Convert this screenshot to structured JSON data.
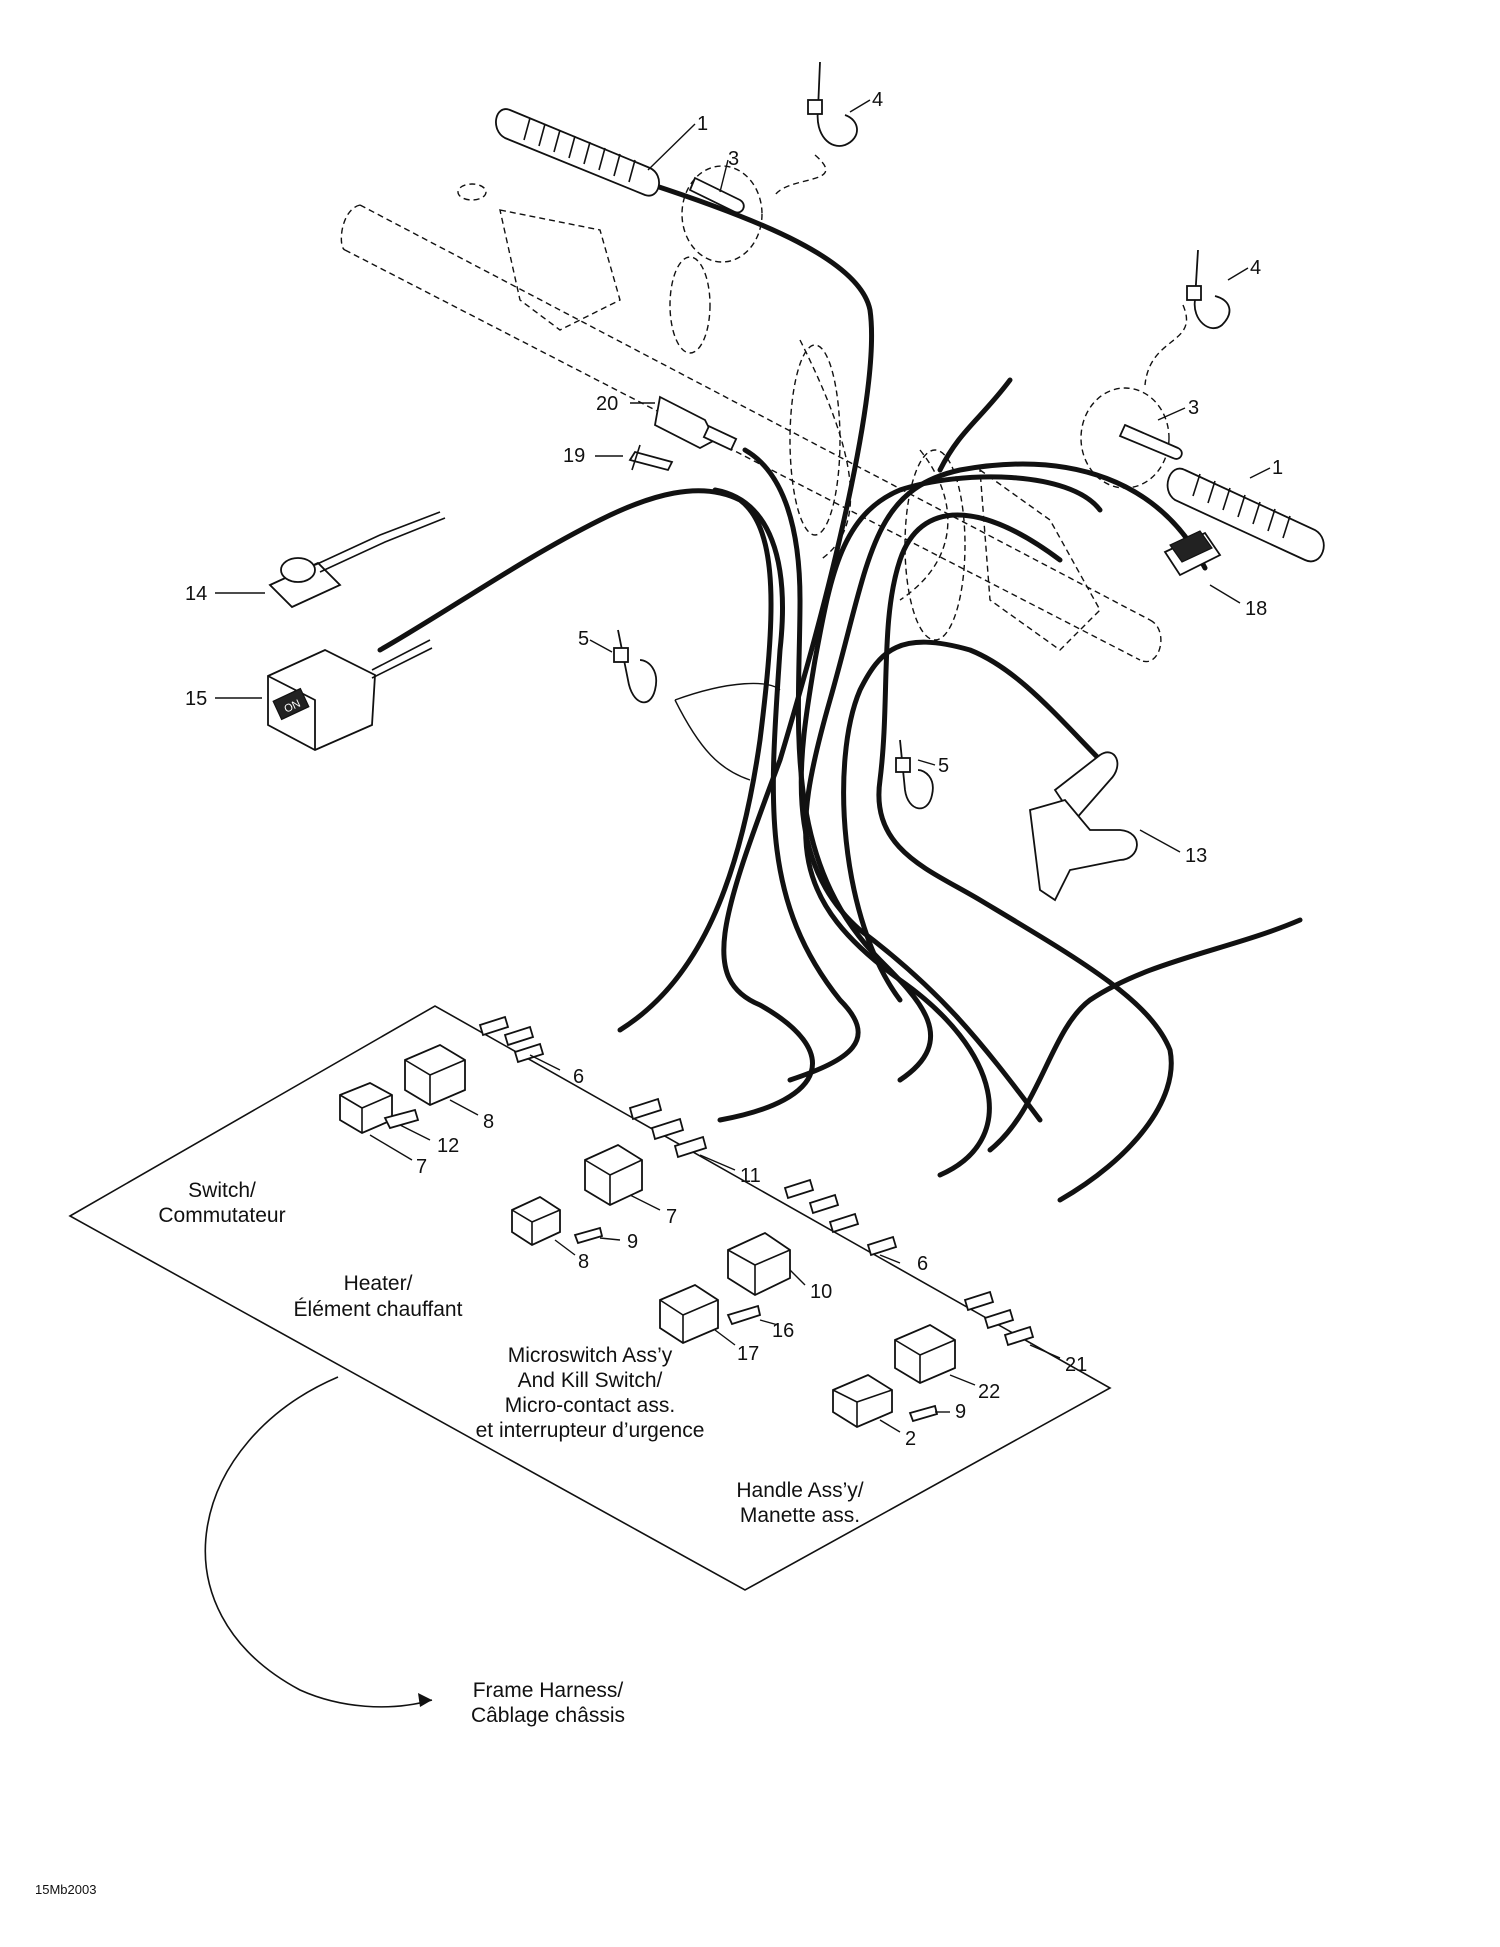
{
  "callouts": {
    "c1a": "1",
    "c1b": "1",
    "c2": "2",
    "c3a": "3",
    "c3b": "3",
    "c4a": "4",
    "c4b": "4",
    "c5a": "5",
    "c5b": "5",
    "c6a": "6",
    "c6b": "6",
    "c7a": "7",
    "c7b": "7",
    "c8a": "8",
    "c8b": "8",
    "c9a": "9",
    "c9b": "9",
    "c10": "10",
    "c11": "11",
    "c12": "12",
    "c13": "13",
    "c14": "14",
    "c15": "15",
    "c16": "16",
    "c17": "17",
    "c18": "18",
    "c19": "19",
    "c20": "20",
    "c21": "21",
    "c22": "22"
  },
  "captions": {
    "switch_en": "Switch/",
    "switch_fr": "Commutateur",
    "heater_en": "Heater/",
    "heater_fr": "Élément chauffant",
    "micro_en1": "Microswitch Ass’y",
    "micro_en2": "And Kill Switch/",
    "micro_fr1": "Micro-contact ass.",
    "micro_fr2": "et interrupteur d’urgence",
    "handle_en": "Handle Ass’y/",
    "handle_fr": "Manette ass.",
    "frame_en": "Frame Harness/",
    "frame_fr": "Câblage châssis"
  },
  "switch_face_text": "ON",
  "reference_code": "15Mb2003"
}
